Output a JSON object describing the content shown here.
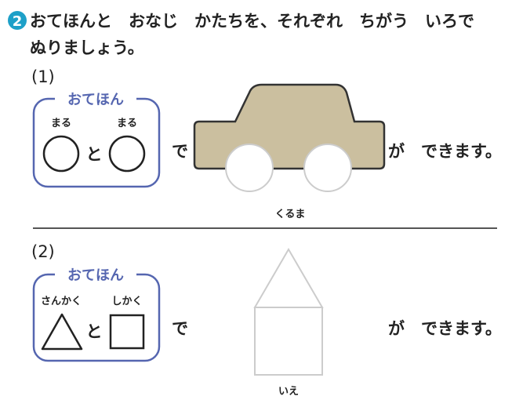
{
  "question": {
    "number": "2",
    "line1": "おてほんと　おなじ　かたちを、それぞれ　ちがう　いろで",
    "line2": "ぬりましょう。",
    "badge_color": "#1ea0c8"
  },
  "part1": {
    "label": "(1)",
    "legend": "おてほん",
    "shape_a_label": "まる",
    "shape_b_label": "まる",
    "and": "と",
    "de": "で",
    "result_text": "が　できます。",
    "caption": "くるま"
  },
  "part2": {
    "label": "(2)",
    "legend": "おてほん",
    "shape_a_label": "さんかく",
    "shape_b_label": "しかく",
    "and": "と",
    "de": "で",
    "result_text": "が　できます。",
    "caption": "いえ"
  },
  "colors": {
    "frame": "#5566b0",
    "car_body": "#cbbf9f"
  }
}
